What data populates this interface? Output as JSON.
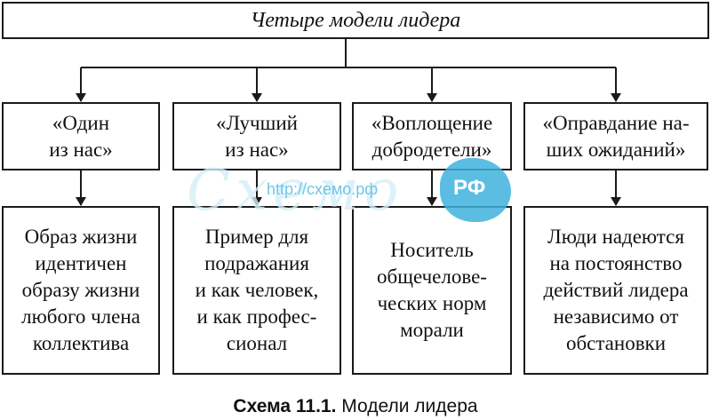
{
  "title": "Четыре модели лидера",
  "models": [
    {
      "label": "«Один\nиз нас»",
      "description": "Образ жизни\nидентичен\nобразу жизни\nлюбого члена\nколлектива"
    },
    {
      "label": "«Лучший\nиз нас»",
      "description": "Пример для\nподражания\nи как человек,\nи как профес-\nсионал"
    },
    {
      "label": "«Воплощение\nдобродетели»",
      "description": "Носитель\nобщечелове-\nческих норм\nморали"
    },
    {
      "label": "«Оправдание на-\nших ожиданий»",
      "description": "Люди надеются\nна постоянство\nдействий лидера\nнезависимо от\nобстановки"
    }
  ],
  "caption": {
    "number": "Схема 11.1.",
    "text": "Модели лидера"
  },
  "watermark": {
    "url": "http://схемо.рф",
    "brand": "Схемо",
    "badge": "РФ"
  }
}
